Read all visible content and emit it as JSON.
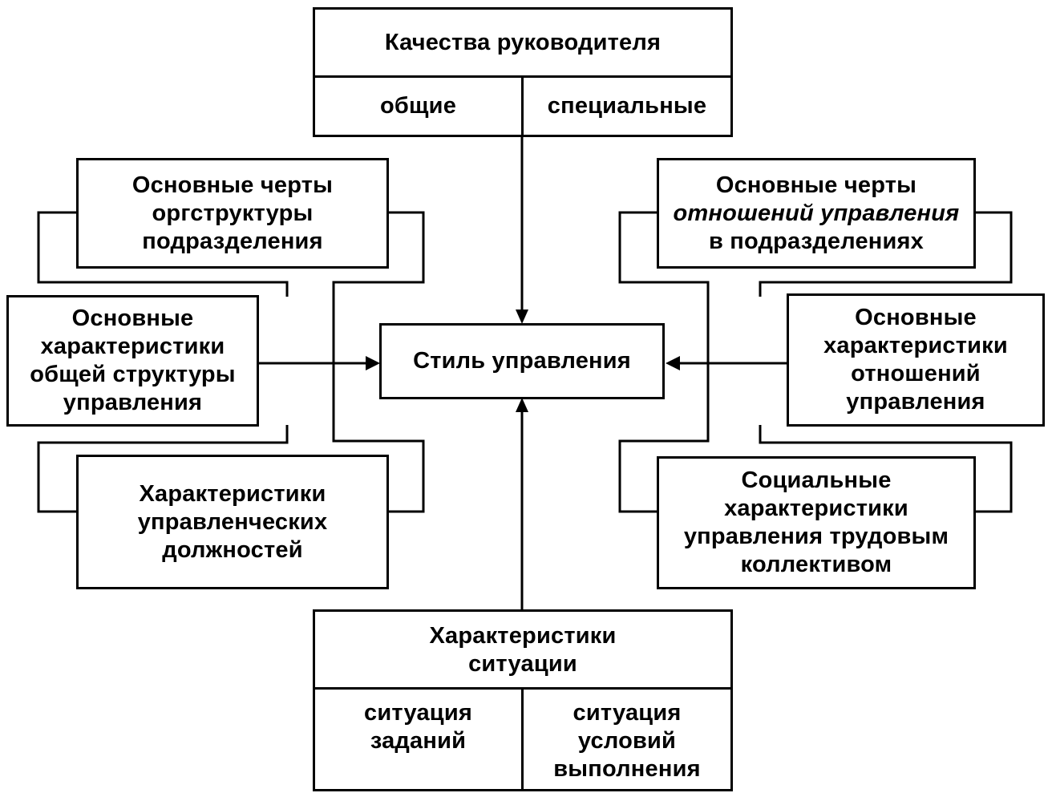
{
  "diagram": {
    "center": {
      "label": "Стиль управления"
    },
    "top": {
      "title": "Качества руководителя",
      "cells": [
        "общие",
        "специальные"
      ]
    },
    "bottom": {
      "title": "Характеристики\nситуации",
      "cells": [
        "ситуация\nзаданий",
        "ситуация\nусловий\nвыполнения"
      ]
    },
    "left": [
      {
        "id": "org-structure",
        "lines": [
          "Основные черты",
          "оргструктуры",
          "подразделения"
        ]
      },
      {
        "id": "general-structure",
        "lines": [
          "Основные",
          "характеристики",
          "общей структуры",
          "управления"
        ]
      },
      {
        "id": "positions",
        "lines": [
          "Характеристики",
          "управленческих",
          "должностей"
        ]
      }
    ],
    "right": [
      {
        "id": "relations-features",
        "lines": [
          "Основные черты",
          "отношений управления",
          "в подразделениях"
        ],
        "italic_line": 1
      },
      {
        "id": "relations-characteristics",
        "lines": [
          "Основные",
          "характеристики",
          "отношений",
          "управления"
        ]
      },
      {
        "id": "social",
        "lines": [
          "Социальные",
          "характеристики",
          "управления трудовым",
          "коллективом"
        ]
      }
    ],
    "arrows": [
      {
        "from": "top",
        "to": "center"
      },
      {
        "from": "bottom",
        "to": "center"
      },
      {
        "from": "left",
        "to": "center"
      },
      {
        "from": "right",
        "to": "center"
      }
    ]
  }
}
